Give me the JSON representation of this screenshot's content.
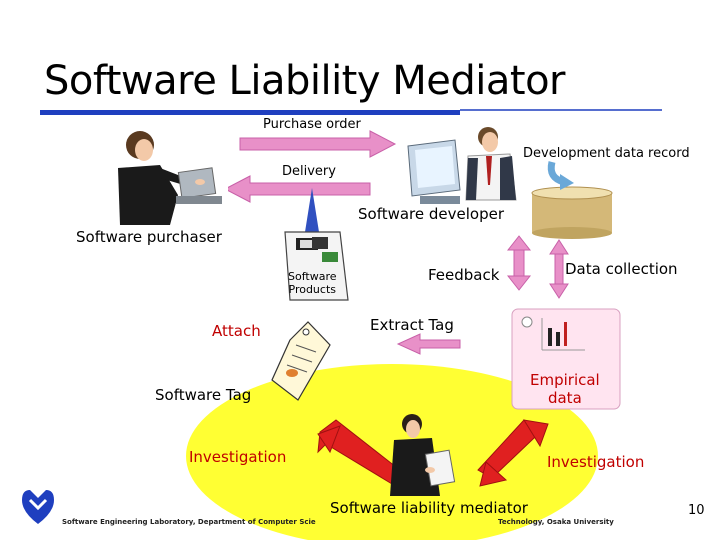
{
  "slide": {
    "title": "Software Liability Mediator",
    "page_number": "10"
  },
  "labels": {
    "purchase_order": "Purchase order",
    "delivery": "Delivery",
    "development_data_record": "Development data record",
    "software_developer": "Software developer",
    "software_purchaser": "Software purchaser",
    "software_products": "Software\nProducts",
    "feedback": "Feedback",
    "data_collection": "Data collection",
    "attach": "Attach",
    "extract_tag": "Extract Tag",
    "software_tag": "Software Tag",
    "empirical_data": "Empirical\ndata",
    "investigation_left": "Investigation",
    "investigation_right": "Investigation",
    "mediator": "Software liability mediator"
  },
  "footer": {
    "left": "Software Engineering Laboratory, Department of Computer Scie",
    "right": "Technology, Osaka University"
  },
  "colors": {
    "accent_blue": "#1f3fbf",
    "arrow_pink": "#e890c8",
    "mediator_yellow": "#ffff33",
    "red_text": "#c00000"
  }
}
